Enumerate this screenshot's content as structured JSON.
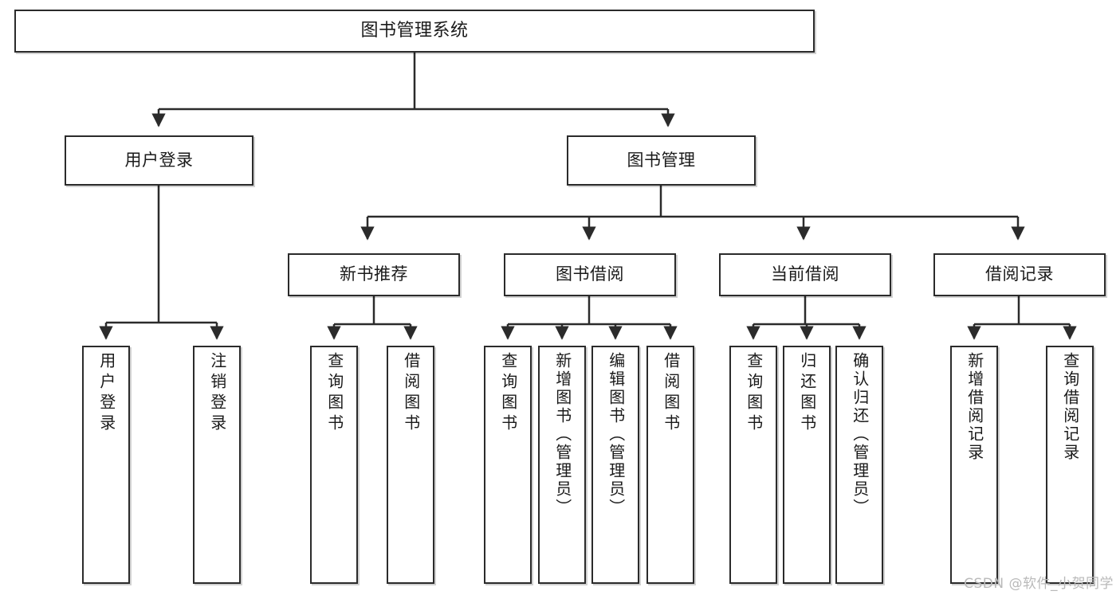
{
  "diagram": {
    "type": "tree-hierarchy",
    "title": "图书管理系统",
    "watermark": "CSDN @软件_小贺同学",
    "colors": {
      "box_border": "#2b2b2b",
      "box_fill": "#ffffff",
      "edge": "#2b2b2b",
      "text": "#1a1a1a",
      "watermark": "#b9b9b9"
    },
    "nodes": {
      "root": {
        "label": "图书管理系统"
      },
      "level2": [
        {
          "id": "user-login",
          "label": "用户登录"
        },
        {
          "id": "book-manage",
          "label": "图书管理"
        }
      ],
      "level3": [
        {
          "id": "new-book-recommend",
          "label": "新书推荐"
        },
        {
          "id": "book-borrow",
          "label": "图书借阅"
        },
        {
          "id": "current-borrow",
          "label": "当前借阅"
        },
        {
          "id": "borrow-record",
          "label": "借阅记录"
        }
      ],
      "leaves": {
        "user-login": [
          {
            "id": "leaf-user-login",
            "label": "用户登录"
          },
          {
            "id": "leaf-logout-login",
            "label": "注销登录"
          }
        ],
        "new-book-recommend": [
          {
            "id": "leaf-query-book-1",
            "label": "查询图书"
          },
          {
            "id": "leaf-borrow-book-1",
            "label": "借阅图书"
          }
        ],
        "book-borrow": [
          {
            "id": "leaf-query-book-2",
            "label": "查询图书"
          },
          {
            "id": "leaf-add-book",
            "label": "新增图书（管理员）"
          },
          {
            "id": "leaf-edit-book",
            "label": "编辑图书（管理员）"
          },
          {
            "id": "leaf-borrow-book-2",
            "label": "借阅图书"
          }
        ],
        "current-borrow": [
          {
            "id": "leaf-query-book-3",
            "label": "查询图书"
          },
          {
            "id": "leaf-return-book",
            "label": "归还图书"
          },
          {
            "id": "leaf-confirm-return",
            "label": "确认归还（管理员）"
          }
        ],
        "borrow-record": [
          {
            "id": "leaf-add-record",
            "label": "新增借阅记录"
          },
          {
            "id": "leaf-query-record",
            "label": "查询借阅记录"
          }
        ]
      }
    }
  }
}
